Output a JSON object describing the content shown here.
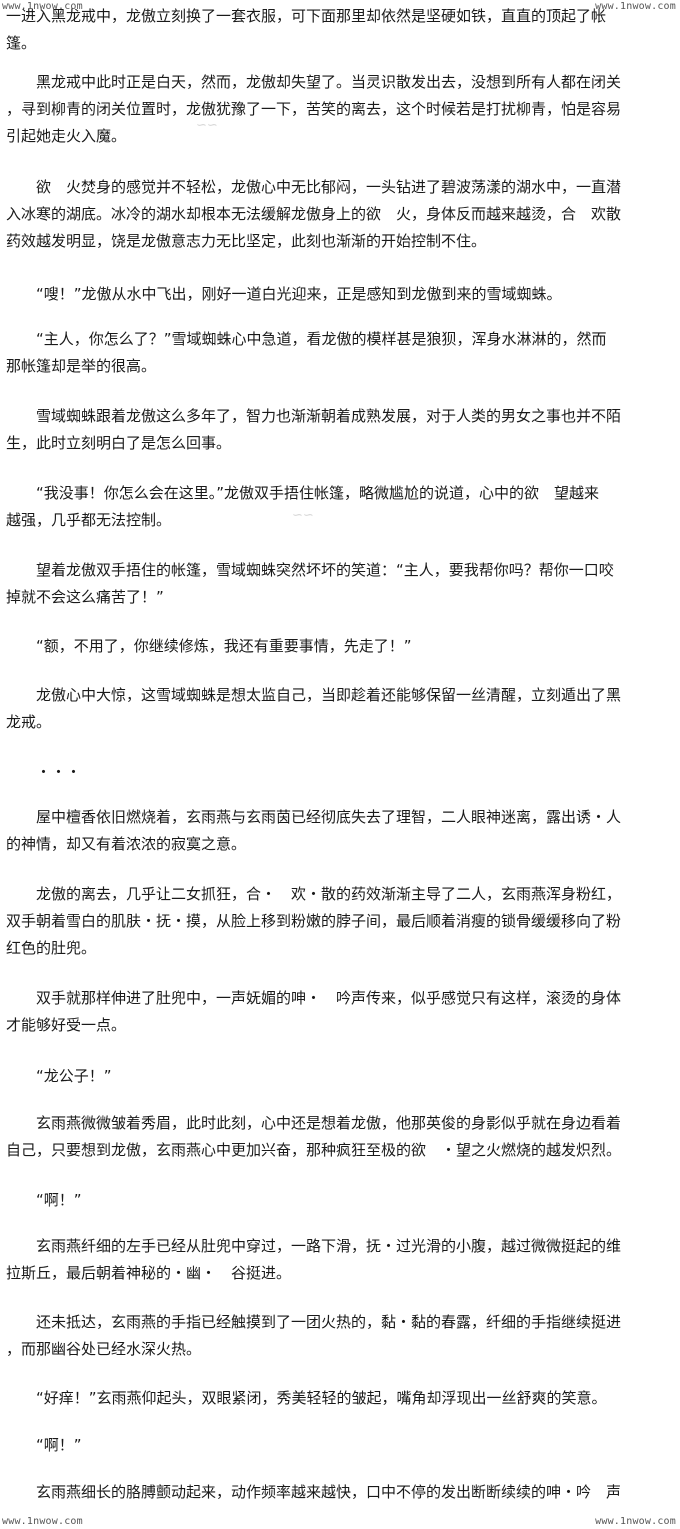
{
  "watermarks": {
    "top_left": "www.1nwow.com",
    "top_right": "www.1nwow.com",
    "bottom_left": "www.1nwow.com",
    "bottom_right": "www.1nwow.com"
  },
  "paragraphs": [
    "一进入黑龙戒中，龙傲立刻换了一套衣服，可下面那里却依然是坚硬如铁，直直的顶起了帐\n篷。",
    "　　黑龙戒中此时正是白天，然而，龙傲却失望了。当灵识散发出去，没想到所有人都在闭关\n，寻到柳青的闭关位置时，龙傲犹豫了一下，苦笑的离去，这个时候若是打扰柳青，怕是容易\n引起她走火入魔。",
    "　　欲　火焚身的感觉并不轻松，龙傲心中无比郁闷，一头钻进了碧波荡漾的湖水中，一直潜\n入冰寒的湖底。冰冷的湖水却根本无法缓解龙傲身上的欲　火，身体反而越来越烫，合　欢散\n药效越发明显，饶是龙傲意志力无比坚定，此刻也渐渐的开始控制不住。",
    "　　“嗖！”龙傲从水中飞出，刚好一道白光迎来，正是感知到龙傲到来的雪域蜘蛛。",
    "　　“主人，你怎么了？”雪域蜘蛛心中急道，看龙傲的模样甚是狼狈，浑身水淋淋的，然而\n那帐篷却是举的很高。",
    "　　雪域蜘蛛跟着龙傲这么多年了，智力也渐渐朝着成熟发展，对于人类的男女之事也并不陌\n生，此时立刻明白了是怎么回事。",
    "　　“我没事！你怎么会在这里。”龙傲双手捂住帐篷，略微尴尬的说道，心中的欲　望越来\n越强，几乎都无法控制。",
    "　　望着龙傲双手捂住的帐篷，雪域蜘蛛突然坏坏的笑道：“主人，要我帮你吗？帮你一口咬\n掉就不会这么痛苦了！”",
    "　　“额，不用了，你继续修炼，我还有重要事情，先走了！”",
    "　　龙傲心中大惊，这雪域蜘蛛是想太监自己，当即趁着还能够保留一丝清醒，立刻遁出了黑\n龙戒。",
    "　　・・・",
    "　　屋中檀香依旧燃烧着，玄雨燕与玄雨茵已经彻底失去了理智，二人眼神迷离，露出诱・人\n的神情，却又有着浓浓的寂寞之意。",
    "　　龙傲的离去，几乎让二女抓狂，合・　欢・散的药效渐渐主导了二人，玄雨燕浑身粉红，\n双手朝着雪白的肌肤・抚・摸，从脸上移到粉嫩的脖子间，最后顺着消瘦的锁骨缓缓移向了粉\n红色的肚兜。",
    "　　双手就那样伸进了肚兜中，一声妩媚的呻・　吟声传来，似乎感觉只有这样，滚烫的身体\n才能够好受一点。",
    "　　“龙公子！”",
    "　　玄雨燕微微皱着秀眉，此时此刻，心中还是想着龙傲，他那英俊的身影似乎就在身边看着\n自己，只要想到龙傲，玄雨燕心中更加兴奋，那种疯狂至极的欲　・望之火燃烧的越发炽烈。",
    "　　“啊！”",
    "　　玄雨燕纤细的左手已经从肚兜中穿过，一路下滑，抚・过光滑的小腹，越过微微挺起的维\n拉斯丘，最后朝着神秘的・幽・　谷挺进。",
    "　　还未抵达，玄雨燕的手指已经触摸到了一团火热的，黏・黏的春露，纤细的手指继续挺进\n，而那幽谷处已经水深火热。",
    "　　“好痒！”玄雨燕仰起头，双眼紧闭，秀美轻轻的皱起，嘴角却浮现出一丝舒爽的笑意。",
    "　　“啊！”",
    "　　玄雨燕细长的胳膊颤动起来，动作频率越来越快，口中不停的发出断断续续的呻・吟　声"
  ]
}
